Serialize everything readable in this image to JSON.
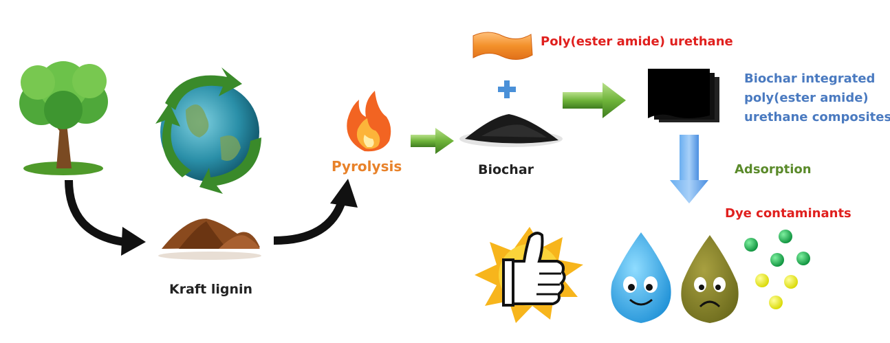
{
  "labels": {
    "kraft_lignin": "Kraft lignin",
    "pyrolysis": "Pyrolysis",
    "biochar": "Biochar",
    "polymer": "Poly(ester amide) urethane",
    "composite_line1": "Biochar integrated",
    "composite_line2": "poly(ester amide)",
    "composite_line3": "urethane composites",
    "adsorption": "Adsorption",
    "dye_contaminants": "Dye contaminants"
  },
  "colors": {
    "pyrolysis": "#e8822a",
    "polymer": "#e0201e",
    "composite": "#4a7ac0",
    "adsorption": "#5a8a2a",
    "dye": "#e0201e",
    "dark_text": "#222222"
  },
  "icons": [
    "tree-icon",
    "recycling-globe-icon",
    "lignin-powder-icon",
    "flame-icon",
    "biochar-pile-icon",
    "polymer-film-icon",
    "plus-icon",
    "composite-stack-icon",
    "thumbs-up-sun-icon",
    "happy-blue-drop-icon",
    "sad-olive-drop-icon",
    "dye-particles-icon"
  ]
}
